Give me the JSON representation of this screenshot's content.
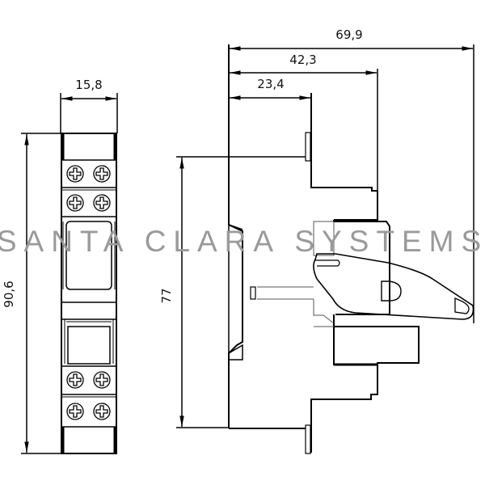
{
  "drawing": {
    "front_view": {
      "width_label": "15,8",
      "height_label": "90,6"
    },
    "side_view": {
      "total_depth_label": "69,9",
      "mid_depth_label": "42,3",
      "rail_depth_label": "23,4",
      "height_label": "77"
    },
    "watermark": "SANTA CLARA SYSTEMS",
    "colors": {
      "line": "#000000",
      "thin_line": "#555555",
      "watermark": "#9a9a9a",
      "background": "#ffffff"
    }
  }
}
